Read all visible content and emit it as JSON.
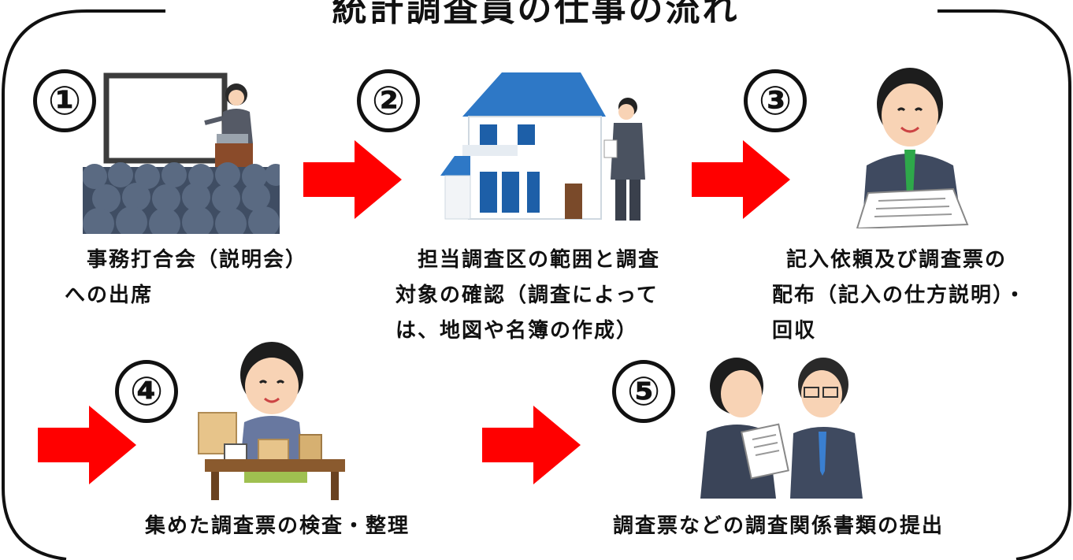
{
  "title": "統計調査員の仕事の流れ",
  "steps": [
    {
      "number": "①",
      "lines": [
        "事務打合会（説明会）",
        "への出席"
      ]
    },
    {
      "number": "②",
      "lines": [
        "担当調査区の範囲と調査",
        "対象の確認（調査によって",
        "は、地図や名簿の作成）"
      ]
    },
    {
      "number": "③",
      "lines": [
        "記入依頼及び調査票の",
        "配布（記入の仕方説明）・",
        "回収"
      ]
    },
    {
      "number": "④",
      "lines": [
        "集めた調査票の検査・整理"
      ]
    },
    {
      "number": "⑤",
      "lines": [
        "調査票などの調査関係書類の提出"
      ]
    }
  ],
  "colors": {
    "arrow": "#ff0000",
    "frame": "#111111"
  },
  "icons": [
    "presentation-icon",
    "house-inspector-icon",
    "businessman-documents-icon",
    "sorting-desk-icon",
    "document-handover-icon",
    "right-arrow-icon"
  ]
}
